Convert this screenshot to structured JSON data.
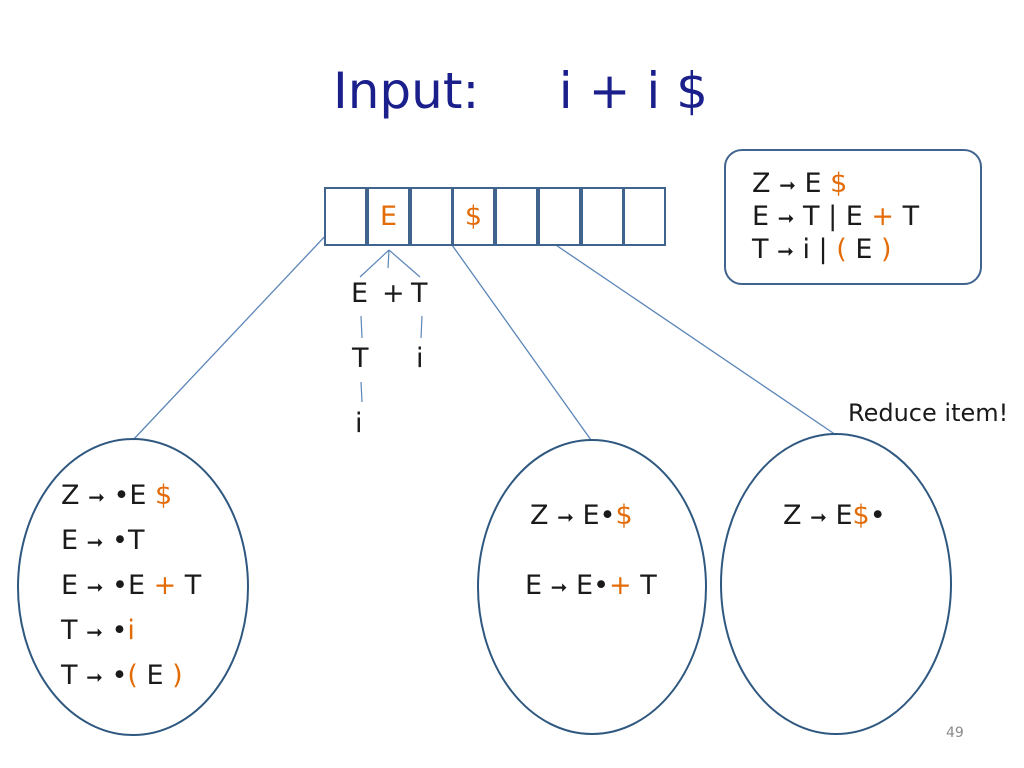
{
  "title": {
    "label": "Input:",
    "input": "i + i $"
  },
  "tape": {
    "cells": [
      {
        "text": "",
        "orange": false
      },
      {
        "text": "E",
        "orange": true
      },
      {
        "text": "",
        "orange": false
      },
      {
        "text": "$",
        "orange": true
      },
      {
        "text": "",
        "orange": false
      },
      {
        "text": "",
        "orange": false
      },
      {
        "text": "",
        "orange": false
      },
      {
        "text": "",
        "orange": false
      }
    ]
  },
  "grammar": {
    "rules": [
      {
        "lhs": "Z",
        "arrow": "➞",
        "rhs": [
          {
            "t": "E ",
            "o": false
          },
          {
            "t": "$",
            "o": true
          }
        ]
      },
      {
        "lhs": "E",
        "arrow": "➞",
        "rhs": [
          {
            "t": "T | E ",
            "o": false
          },
          {
            "t": "+",
            "o": true
          },
          {
            "t": " T",
            "o": false
          }
        ]
      },
      {
        "lhs": "T",
        "arrow": "➞",
        "rhs": [
          {
            "t": "i | ",
            "o": false
          },
          {
            "t": "( ",
            "o": true
          },
          {
            "t": "E ",
            "o": false
          },
          {
            "t": ")",
            "o": true
          }
        ]
      }
    ]
  },
  "tree": {
    "root_children": [
      "E",
      "+",
      "T"
    ],
    "left_chain": [
      "T",
      "i"
    ],
    "right_chain": [
      "i"
    ]
  },
  "states": {
    "state1": [
      {
        "lhs": "Z",
        "arrow": "➞",
        "rhs": [
          {
            "t": "•E ",
            "o": false
          },
          {
            "t": "$",
            "o": true
          }
        ]
      },
      {
        "lhs": "E",
        "arrow": "➞",
        "rhs": [
          {
            "t": "•T",
            "o": false
          }
        ]
      },
      {
        "lhs": "E",
        "arrow": "➞",
        "rhs": [
          {
            "t": "•E ",
            "o": false
          },
          {
            "t": "+",
            "o": true
          },
          {
            "t": " T",
            "o": false
          }
        ]
      },
      {
        "lhs": "T",
        "arrow": "➞",
        "rhs": [
          {
            "t": "•",
            "o": false
          },
          {
            "t": "i",
            "o": true
          }
        ]
      },
      {
        "lhs": "T",
        "arrow": "➞",
        "rhs": [
          {
            "t": "•",
            "o": false
          },
          {
            "t": "( ",
            "o": true
          },
          {
            "t": "E ",
            "o": false
          },
          {
            "t": ")",
            "o": true
          }
        ]
      }
    ],
    "state2": [
      {
        "lhs": "Z",
        "arrow": "➞",
        "rhs": [
          {
            "t": "E•",
            "o": false
          },
          {
            "t": "$",
            "o": true
          }
        ]
      },
      {
        "lhs": "E",
        "arrow": "➞",
        "rhs": [
          {
            "t": "E•",
            "o": false
          },
          {
            "t": "+",
            "o": true
          },
          {
            "t": " T",
            "o": false
          }
        ]
      }
    ],
    "state3": [
      {
        "lhs": "Z",
        "arrow": "➞",
        "rhs": [
          {
            "t": "E",
            "o": false
          },
          {
            "t": "$",
            "o": true
          },
          {
            "t": "•",
            "o": false
          }
        ]
      }
    ]
  },
  "note": "Reduce item!",
  "page_number": "49",
  "colors": {
    "title": "#1a1f8c",
    "accent": "#e36c09",
    "stroke": "#41648f",
    "arrow": "#5b86b8"
  }
}
